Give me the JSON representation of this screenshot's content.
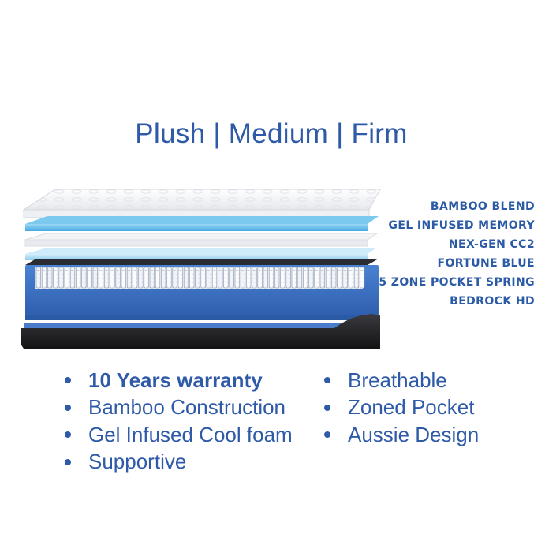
{
  "headline": "Plush | Medium | Firm",
  "layers": [
    {
      "label": "BAMBOO BLEND"
    },
    {
      "label": "GEL INFUSED MEMORY"
    },
    {
      "label": "NEX-GEN CC2"
    },
    {
      "label": "FORTUNE BLUE"
    },
    {
      "label": "5 ZONE POCKET SPRING"
    },
    {
      "label": "BEDROCK HD"
    }
  ],
  "features_left": [
    {
      "text": "10 Years warranty",
      "bold": true
    },
    {
      "text": "Bamboo Construction",
      "bold": false
    },
    {
      "text": "Gel Infused Cool foam",
      "bold": false
    },
    {
      "text": "Supportive",
      "bold": false
    }
  ],
  "features_right": [
    {
      "text": "Breathable",
      "bold": false
    },
    {
      "text": "Zoned Pocket",
      "bold": false
    },
    {
      "text": "Aussie Design",
      "bold": false
    }
  ],
  "colors": {
    "text_blue": "#2f5aa8",
    "label_blue": "#2b5aa6",
    "foam_white": "#f7f8fa",
    "gel_blue": "#6ec3ef",
    "case_blue": "#3f73c4",
    "base_black": "#1f1f22"
  }
}
